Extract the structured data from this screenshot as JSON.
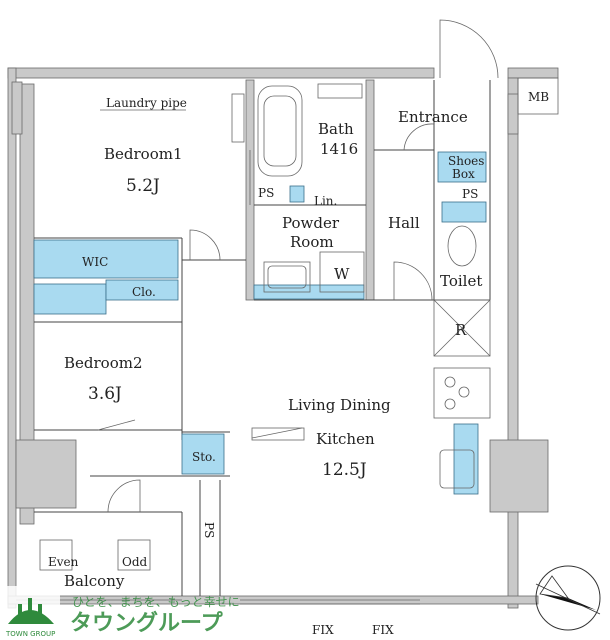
{
  "rooms": {
    "bedroom1": {
      "name": "Bedroom1",
      "size": "5.2J"
    },
    "bedroom2": {
      "name": "Bedroom2",
      "size": "3.6J"
    },
    "ldk": {
      "line1": "Living Dining",
      "line2": "Kitchen",
      "size": "12.5J"
    },
    "bath": {
      "name": "Bath",
      "size": "1416"
    },
    "powder": {
      "line1": "Powder",
      "line2": "Room"
    },
    "entrance": "Entrance",
    "hall": "Hall",
    "toilet": "Toilet",
    "balcony": "Balcony"
  },
  "labels": {
    "laundry_pipe": "Laundry pipe",
    "wic": "WIC",
    "clo": "Clo.",
    "sto": "Sto.",
    "shoes": "Shoes",
    "box": "Box",
    "ps": "PS",
    "lin": "Lin.",
    "w": "W",
    "r": "R",
    "mb": "MB",
    "even": "Even",
    "odd": "Odd",
    "fix": "FIX"
  },
  "logo": {
    "tagline": "ひとを、まちを、もっと幸せに",
    "name": "タウングループ",
    "company": "TOWN GROUP"
  },
  "colors": {
    "storage": "#a9daf0",
    "wall": "#c9c9c9",
    "logo": "#2f8a3c"
  }
}
